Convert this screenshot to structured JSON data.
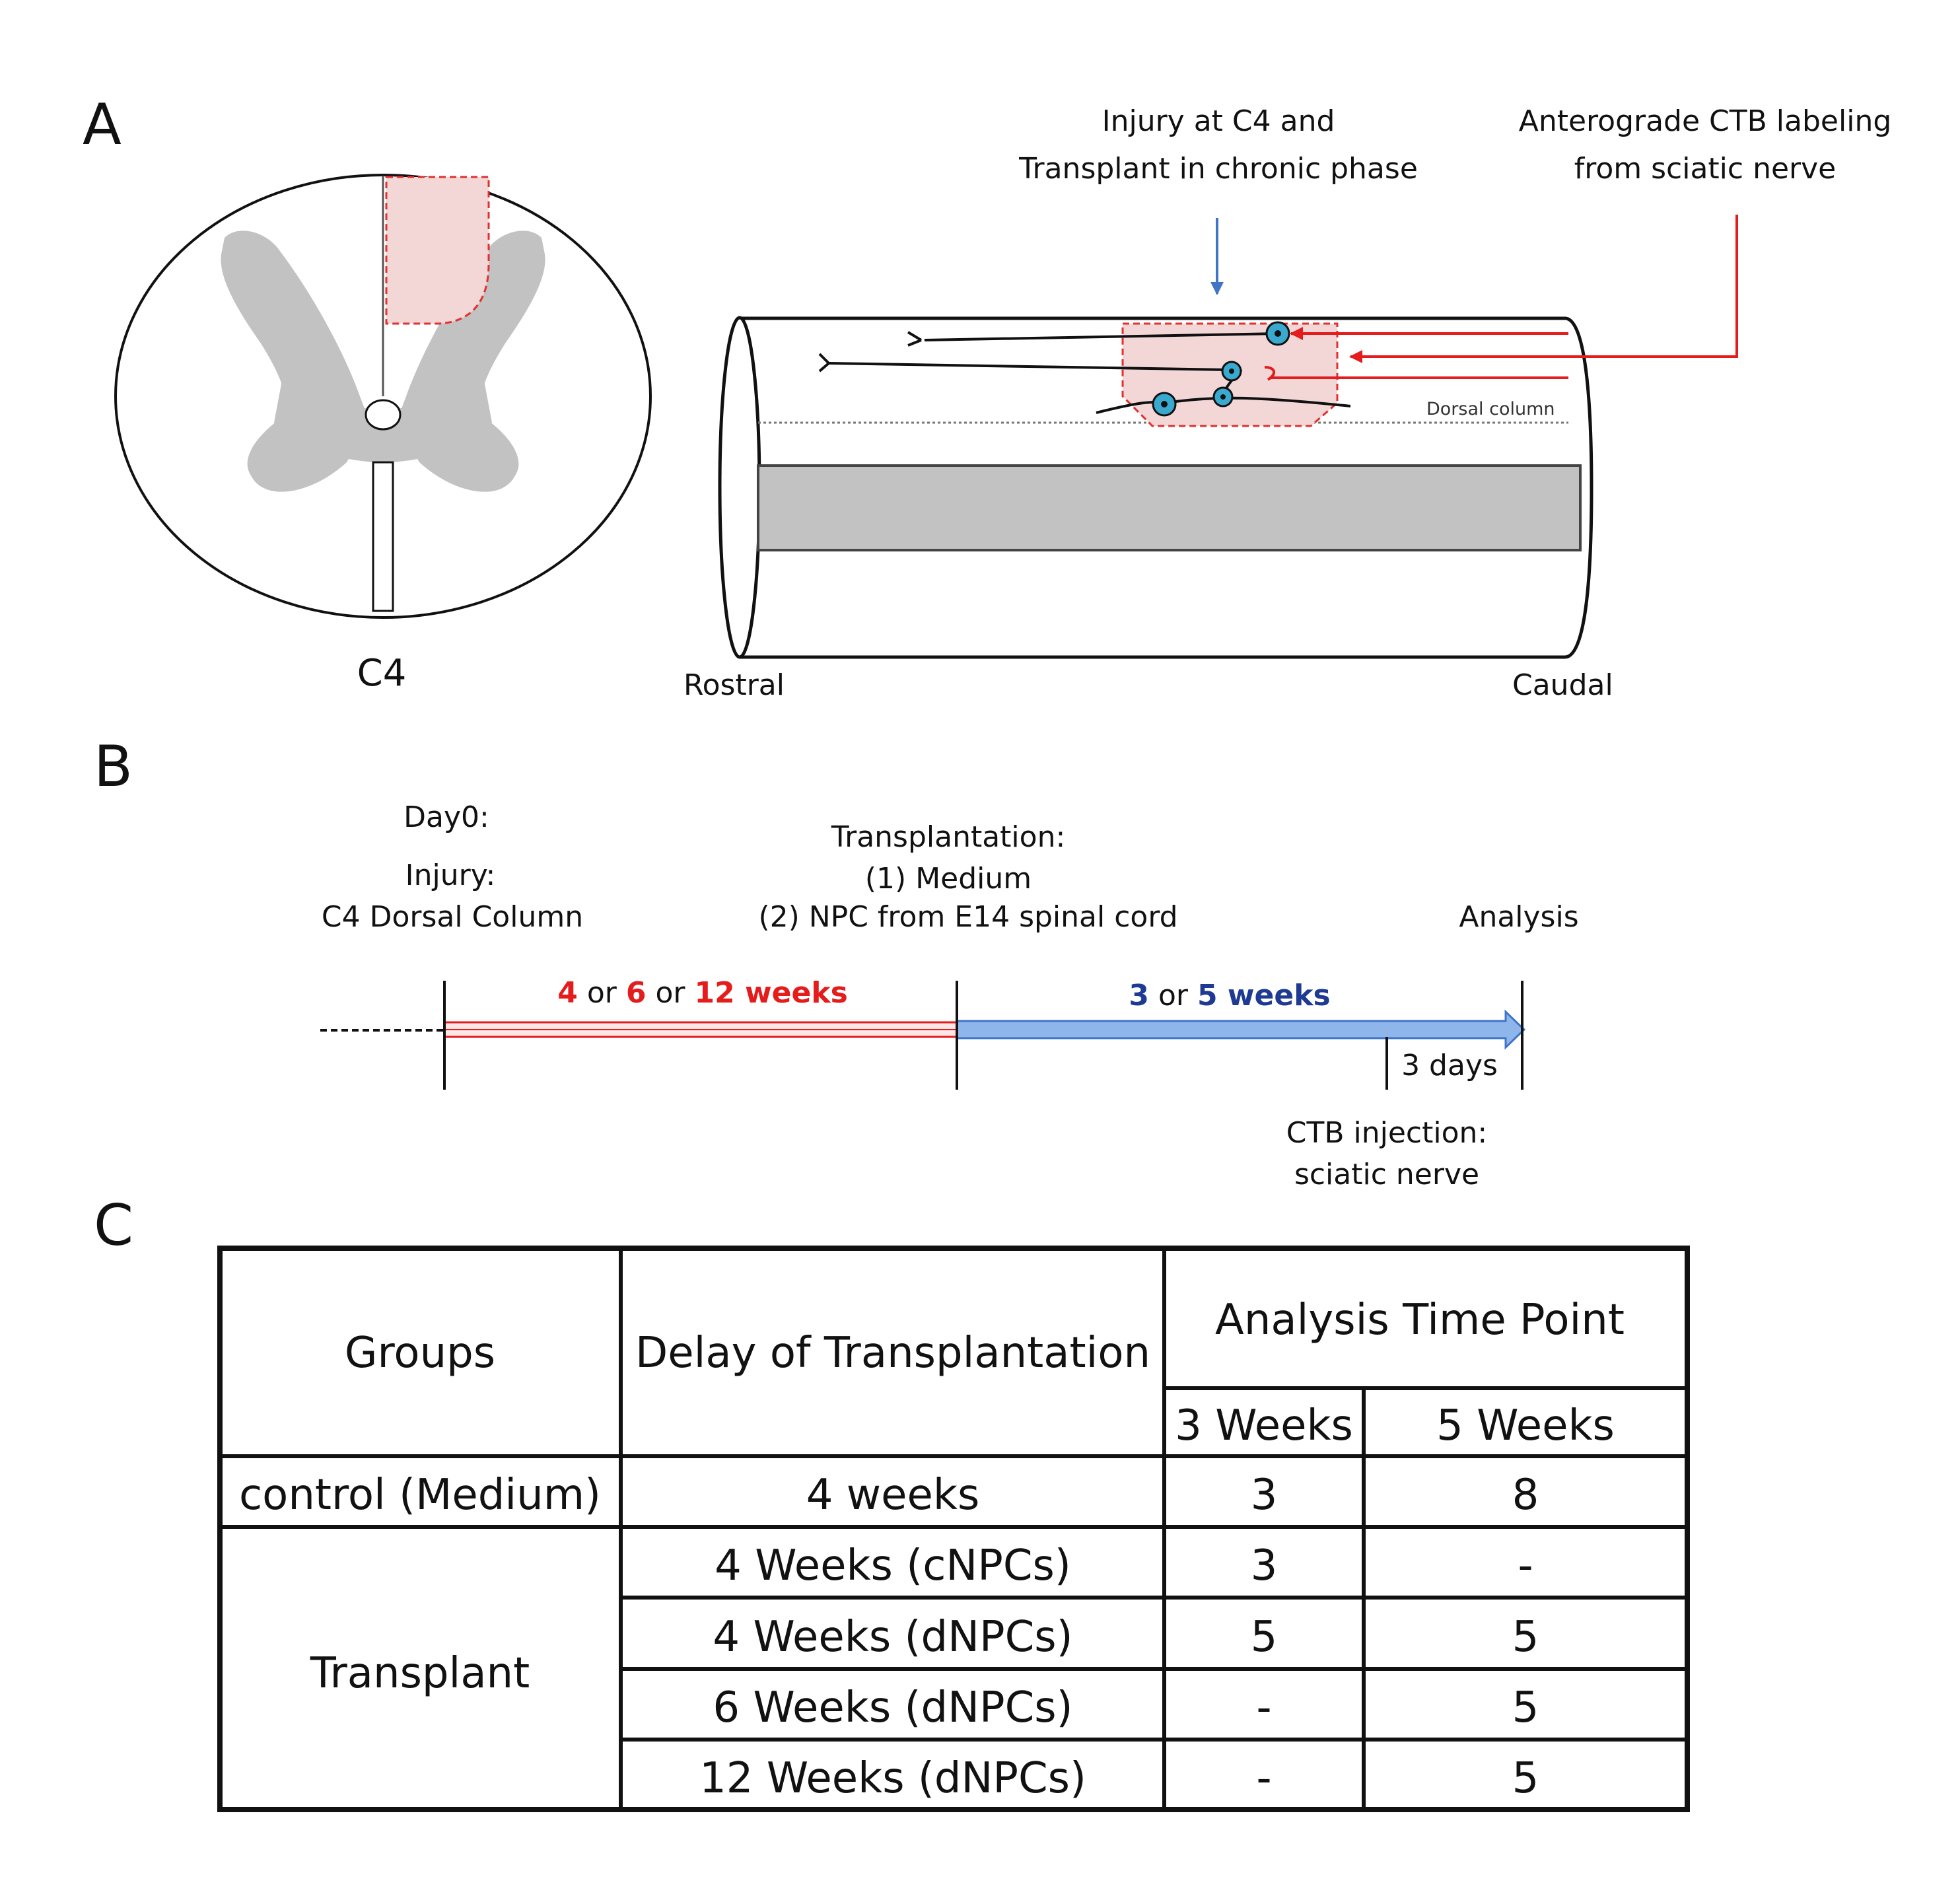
{
  "panels": {
    "a": "A",
    "b": "B",
    "c": "C"
  },
  "panel_a": {
    "section_label": "C4",
    "callout_injury_line1": "Injury at C4 and",
    "callout_injury_line2": "Transplant in chronic phase",
    "callout_ctb_line1": "Anterograde CTB labeling",
    "callout_ctb_line2": "from sciatic nerve",
    "dorsal_column": "Dorsal column",
    "rostral": "Rostral",
    "caudal": "Caudal",
    "colors": {
      "lesion_fill": "#f3d6d6",
      "lesion_border": "#e03030",
      "gray_matter": "#c2c2c2",
      "cell_body": "#3aa9cf",
      "arrow_blue": "#3f74c9",
      "arrow_red": "#e41c1c"
    }
  },
  "panel_b": {
    "day0": "Day0:",
    "injury_title": "Injury:",
    "injury_site": "C4 Dorsal Column",
    "transplantation_title": "Transplantation:",
    "option1": "(1) Medium",
    "option2": "(2) NPC from E14 spinal cord",
    "analysis": "Analysis",
    "delay_a": "4",
    "or_a": "or",
    "delay_b": "6",
    "or_b": "or",
    "delay_c": "12 weeks",
    "survival_a": "3",
    "or_c": "or",
    "survival_b": "5 weeks",
    "three_days": "3 days",
    "ctb_title": "CTB injection:",
    "ctb_site": "sciatic nerve",
    "colors": {
      "delay": "#e41c1c",
      "survival": "#1f3a93",
      "arrow_fill": "#4a86d8"
    }
  },
  "panel_c": {
    "header_groups": "Groups",
    "header_delay": "Delay of Transplantation",
    "header_analysis": "Analysis Time Point",
    "header_3w": "3 Weeks",
    "header_5w": "5 Weeks",
    "group_control": "control (Medium)",
    "group_transplant": "Transplant",
    "rows": [
      {
        "delay": "4 weeks",
        "w3": "3",
        "w5": "8"
      },
      {
        "delay": "4 Weeks (cNPCs)",
        "w3": "3",
        "w5": "-"
      },
      {
        "delay": "4 Weeks (dNPCs)",
        "w3": "5",
        "w5": "5"
      },
      {
        "delay": "6 Weeks (dNPCs)",
        "w3": "-",
        "w5": "5"
      },
      {
        "delay": "12 Weeks (dNPCs)",
        "w3": "-",
        "w5": "5"
      }
    ]
  }
}
